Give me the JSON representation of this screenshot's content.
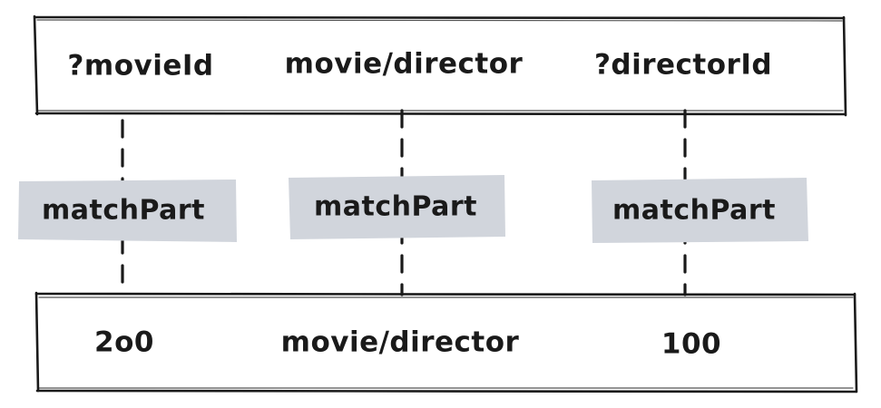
{
  "pattern": {
    "entity": "?movieId",
    "attribute": "movie/director",
    "value": "?directorId"
  },
  "match_parts": [
    {
      "label": "matchPart"
    },
    {
      "label": "matchPart"
    },
    {
      "label": "matchPart"
    }
  ],
  "datom": {
    "entity": "2o0",
    "attribute": "movie/director",
    "value": "100"
  },
  "colors": {
    "match_box": "#d1d5dc",
    "ink": "#1a1a1a"
  }
}
